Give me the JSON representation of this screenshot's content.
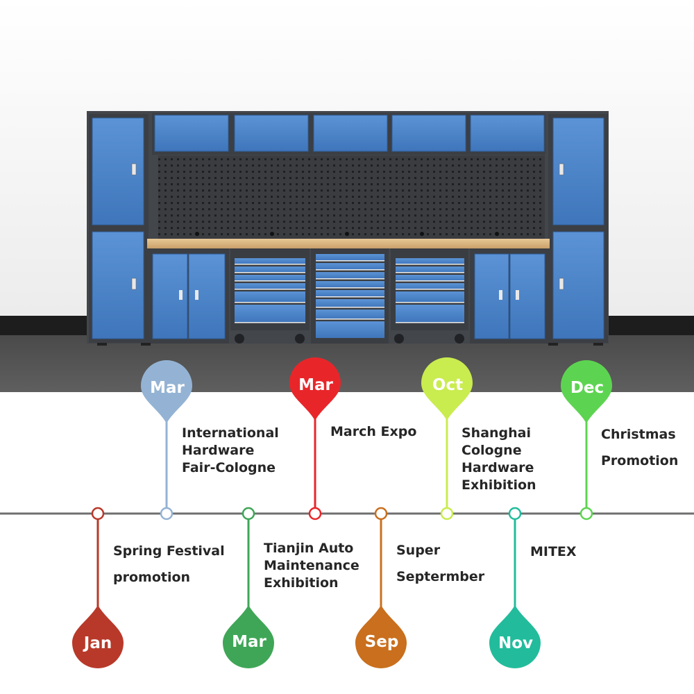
{
  "timeline": {
    "events_above": [
      {
        "month": "Mar",
        "label_lines": [
          "International",
          "Hardware",
          "Fair-Cologne"
        ],
        "color": "#94b3d4"
      },
      {
        "month": "Mar",
        "label_lines": [
          "March Expo"
        ],
        "color": "#e8262a"
      },
      {
        "month": "Oct",
        "label_lines": [
          "Shanghai",
          "Cologne",
          "Hardware",
          "Exhibition"
        ],
        "color": "#c9ec4f"
      },
      {
        "month": "Dec",
        "label_lines": [
          "Christmas",
          "Promotion"
        ],
        "color": "#5dd451"
      }
    ],
    "events_below": [
      {
        "month": "Jan",
        "label_lines": [
          "Spring Festival",
          "promotion"
        ],
        "color": "#b8392a"
      },
      {
        "month": "Mar",
        "label_lines": [
          "Tianjin Auto",
          "Maintenance",
          "Exhibition"
        ],
        "color": "#3fa657"
      },
      {
        "month": "Sep",
        "label_lines": [
          "Super",
          "Septermber"
        ],
        "color": "#c96f1d"
      },
      {
        "month": "Nov",
        "label_lines": [
          "MITEX"
        ],
        "color": "#22bc9c"
      }
    ]
  },
  "colors": {
    "axis": "#6f6f6f",
    "cabinet_blue": "#4e86cb",
    "frame_gray": "#3e4146"
  },
  "icons": [
    "pegboard",
    "drawer",
    "cabinet-door",
    "caster-wheel"
  ]
}
